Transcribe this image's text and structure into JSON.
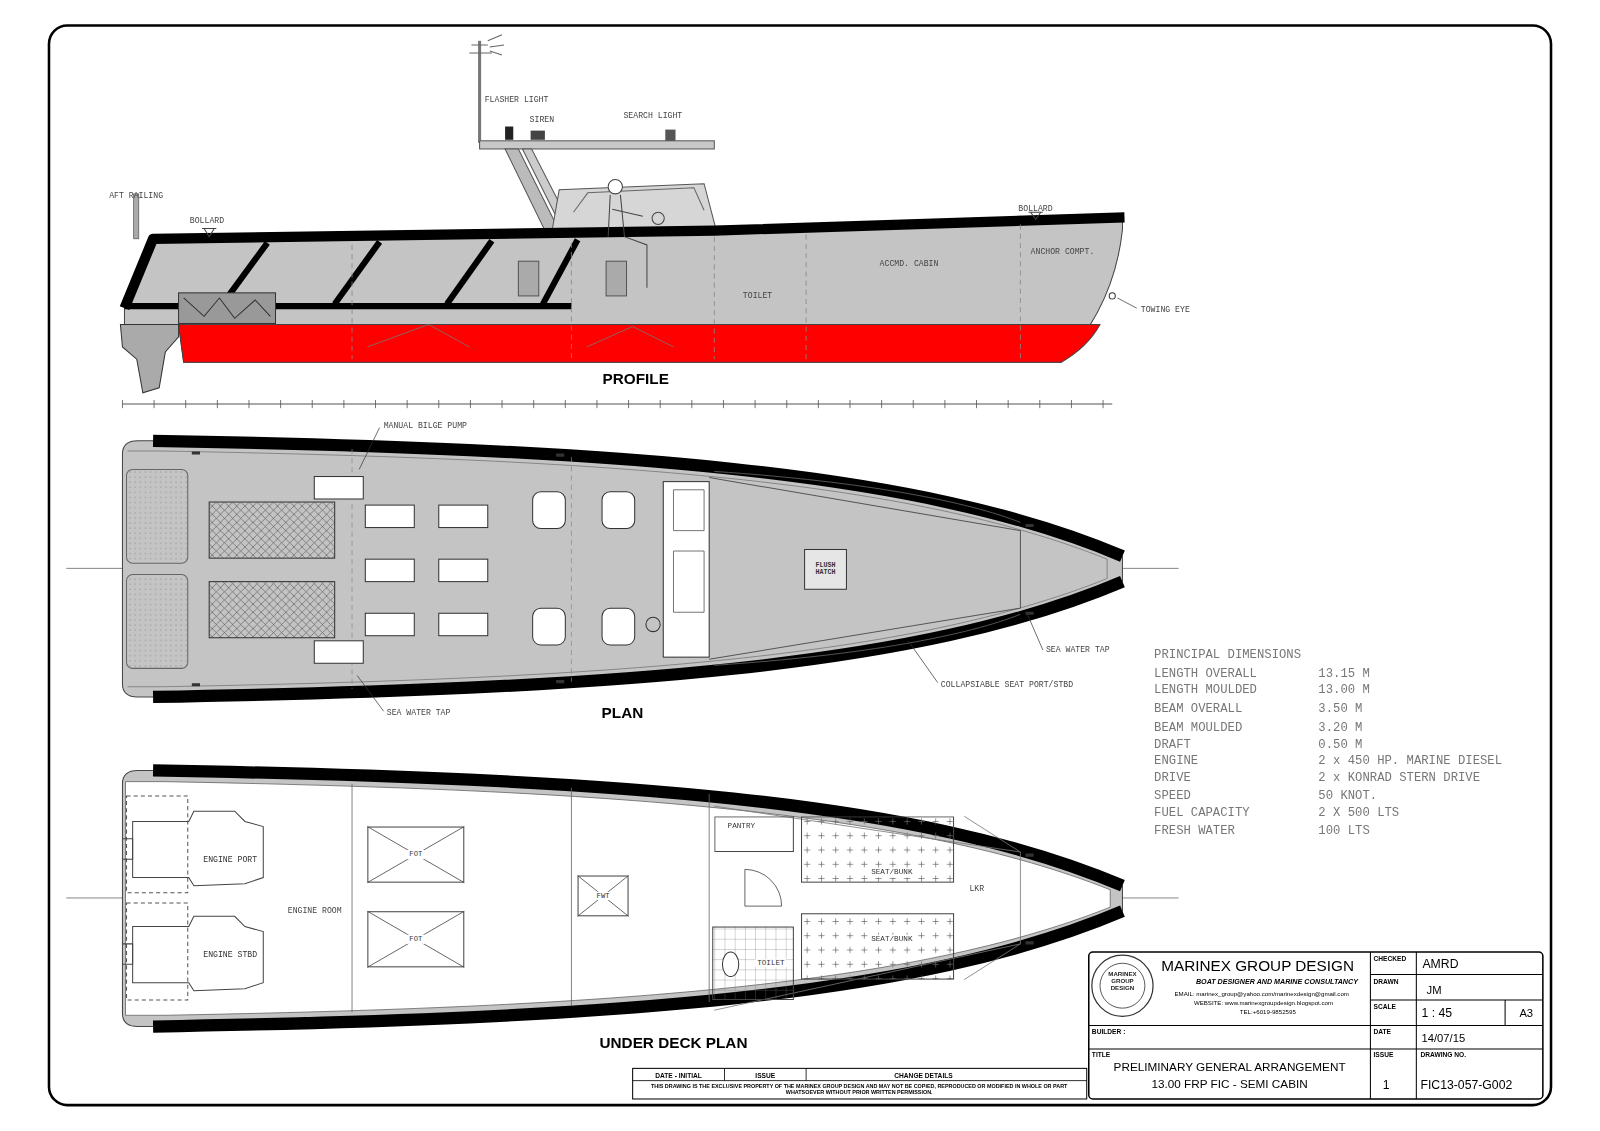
{
  "diagram": {
    "nodes": [
      {
        "text": [
          "FLUSH HATCH"
        ]
      },
      {
        "text": [
          "ENGINE PORT"
        ]
      },
      {
        "text": [
          "ENGINE STBD"
        ]
      },
      {
        "text": [
          "FOT"
        ]
      },
      {
        "text": [
          "FOT"
        ]
      },
      {
        "text": [
          "FWT"
        ]
      },
      {
        "text": [
          "PANTRY"
        ]
      },
      {
        "text": [
          "SEAT/BUNK"
        ]
      },
      {
        "text": [
          "SEAT/BUNK"
        ]
      },
      {
        "text": [
          "TOILET"
        ]
      }
    ],
    "labels": [
      "PROFILE",
      "FLASHER LIGHT",
      "SIREN",
      "SEARCH LIGHT",
      "AFT RAILING",
      "BOLLARD",
      "BOLLARD",
      "ANCHOR COMPT.",
      "ACCMD. CABIN",
      "TOILET",
      "TOWING EYE",
      "MANUAL BILGE PUMP",
      "SEA WATER TAP",
      "PLAN",
      "SEA WATER TAP",
      "COLLAPSIABLE SEAT PORT/STBD",
      "PRINCIPAL DIMENSIONS",
      "LENGTH OVERALL",
      "13.15 M",
      "LENGTH MOULDED",
      "13.00 M",
      "BEAM OVERALL",
      "3.50 M",
      "BEAM MOULDED",
      "3.20 M",
      "DRAFT",
      "0.50 M",
      "ENGINE",
      "2 x 450 HP. MARINE DIESEL",
      "DRIVE",
      "2 x KONRAD STERN DRIVE",
      "SPEED",
      "50 KNOT.",
      "FUEL CAPACITY",
      "2 X 500 LTS",
      "FRESH WATER",
      "100 LTS",
      "ENGINE ROOM",
      "LKR",
      "UNDER DECK PLAN",
      "MARINEX GROUP DESIGN",
      "MARINEX GROUP DESIGN",
      "BOAT DESIGNER AND MARINE CONSULTANCY",
      "EMAIL: marinex_group@yahoo.com/marinexdesign@gmail.com",
      "WEBSITE: www.marinexgroupdesign.blogspot.com",
      "TEL:+6019-9852595",
      "CHECKED",
      "AMRD",
      "DRAWN",
      "JM",
      "SCALE",
      "1 : 45",
      "A3",
      "DATE",
      "14/07/15",
      "BUILDER :",
      "TITLE",
      "PRELIMINARY GENERAL ARRANGEMENT",
      "13.00 FRP FIC - SEMI CABIN",
      "ISSUE",
      "DRAWING NO.",
      "1",
      "FIC13-057-G002",
      "DATE - INITIAL",
      "ISSUE",
      "CHANGE DETAILS",
      "THIS DRAWING IS THE EXCLUSIVE PROPERTY OF THE MARINEX GROUP DESIGN AND MAY NOT BE COPIED, REPRODUCED OR MODIFIED IN WHOLE OR PART WHATSOEVER WITHOUT PRIOR WRITTEN PERMISSION."
    ]
  }
}
